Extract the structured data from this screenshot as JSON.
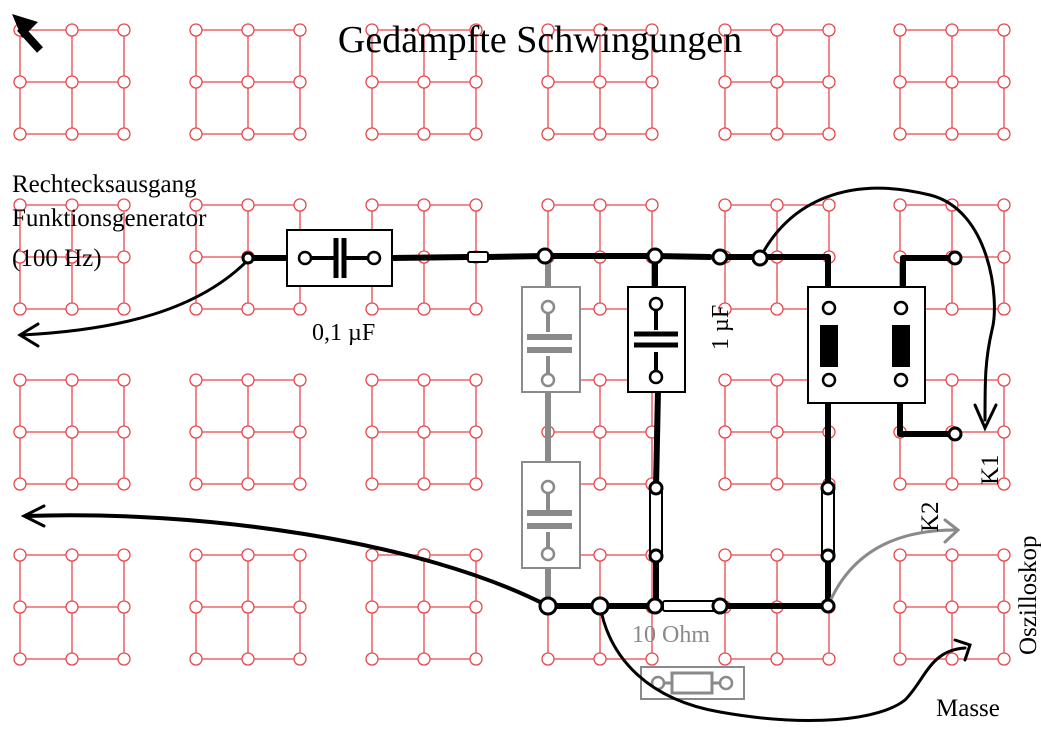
{
  "title": "Gedämpfte Schwingungen",
  "labels": {
    "source_line1": "Rechtecksausgang",
    "source_line2": "Funktionsgenerator",
    "source_line3": "(100 Hz)",
    "cap_small": "0,1 µF",
    "cap_large": "1 µF",
    "resistor": "10 Ohm",
    "ground": "Masse",
    "channel1": "K1",
    "channel2": "K2",
    "scope": "Oszilloskop"
  },
  "colors": {
    "grid": "#e8464b",
    "wire": "#000000",
    "grey_component": "#8a8a8a",
    "background": "#ffffff"
  }
}
